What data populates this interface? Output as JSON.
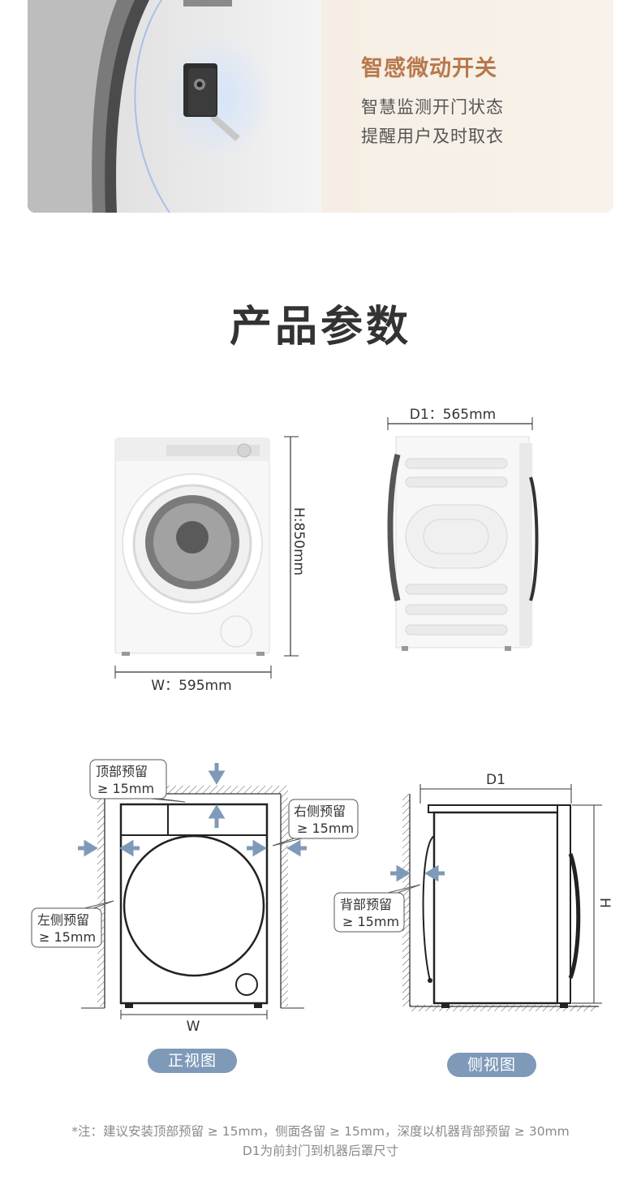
{
  "banner": {
    "title": "智感微动开关",
    "line1": "智慧监测开门状态",
    "line2": "提醒用户及时取衣",
    "accent_color": "#b8784c",
    "photo_icon": "door-micro-switch-photo"
  },
  "section": {
    "title": "产品参数"
  },
  "dimensions": {
    "width_label": "W：595mm",
    "height_label": "H:850mm",
    "depth_label": "D1：565mm"
  },
  "clearance": {
    "top": {
      "line1": "顶部预留",
      "line2": "≥ 15mm"
    },
    "right": {
      "line1": "右侧预留",
      "line2": "≥ 15mm"
    },
    "left": {
      "line1": "左侧预留",
      "line2": "≥ 15mm"
    },
    "back": {
      "line1": "背部预留",
      "line2": "≥ 15mm"
    },
    "w_label": "W",
    "d1_label": "D1",
    "h_label": "H",
    "arrow_color": "#7f9ab8"
  },
  "views": {
    "front": "正视图",
    "side": "侧视图"
  },
  "notes": {
    "line1": "*注：建议安装顶部预留 ≥ 15mm，侧面各留 ≥ 15mm，深度以机器背部预留 ≥ 30mm",
    "line2": "D1为前封门到机器后罩尺寸"
  }
}
